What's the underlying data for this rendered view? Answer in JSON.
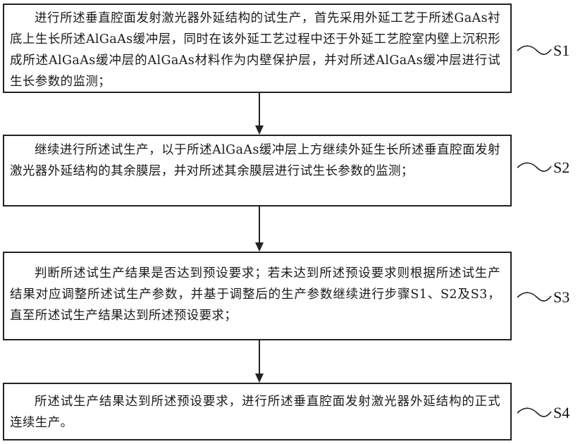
{
  "diagram": {
    "type": "flowchart",
    "direction": "top-to-bottom",
    "steps": [
      {
        "id": "S1",
        "label": "S1",
        "text": "进行所述垂直腔面发射激光器外延结构的试生产，首先采用外延工艺于所述GaAs衬底上生长所述AlGaAs缓冲层，同时在该外延工艺过程中还于外延工艺腔室内壁上沉积形成所述AlGaAs缓冲层的AlGaAs材料作为内壁保护层，并对所述AlGaAs缓冲层进行试生长参数的监测；"
      },
      {
        "id": "S2",
        "label": "S2",
        "text": "继续进行所述试生产，以于所述AlGaAs缓冲层上方继续外延生长所述垂直腔面发射激光器外延结构的其余膜层，并对所述其余膜层进行试生长参数的监测；"
      },
      {
        "id": "S3",
        "label": "S3",
        "text": "判断所述试生产结果是否达到预设要求；若未达到所述预设要求则根据所述试生产结果对应调整所述试生产参数，并基于调整后的生产参数继续进行步骤S1、S2及S3，直至所述试生产结果达到所述预设要求；"
      },
      {
        "id": "S4",
        "label": "S4",
        "text": "所述试生产结果达到所述预设要求，进行所述垂直腔面发射激光器外延结构的正式连续生产。"
      }
    ],
    "edges": [
      {
        "from": "S1",
        "to": "S2"
      },
      {
        "from": "S2",
        "to": "S3"
      },
      {
        "from": "S3",
        "to": "S4"
      }
    ]
  }
}
